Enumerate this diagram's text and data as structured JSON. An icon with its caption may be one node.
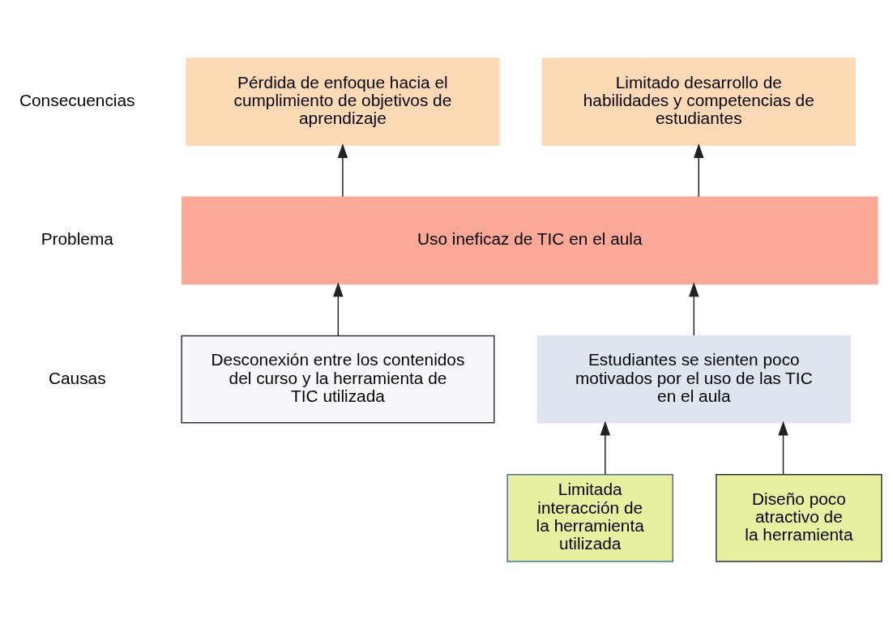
{
  "diagram": {
    "nodes": [
      {
        "text": [
          "Pérdida de enfoque hacia el cumplimiento de objetivos de aprendizaje"
        ]
      },
      {
        "text": [
          "Limitado desarrollo de habilidades y competencias de estudiantes"
        ]
      },
      {
        "text": [
          "Uso ineficaz de TIC en el aula"
        ]
      },
      {
        "text": [
          "Desconexión entre los contenidos del curso y la herramienta de TIC utilizada"
        ]
      },
      {
        "text": [
          "Estudiantes se sienten poco motivados por el uso de las TIC en el aula"
        ]
      },
      {
        "text": [
          "Limitada interacción de la herramienta utilizada"
        ]
      },
      {
        "text": [
          "Diseño poco atractivo de la herramienta"
        ]
      }
    ],
    "edges": [
      {
        "from": 2,
        "to": 0,
        "arrow": "to"
      },
      {
        "from": 2,
        "to": 1,
        "arrow": "to"
      },
      {
        "from": 3,
        "to": 2,
        "arrow": "to"
      },
      {
        "from": 4,
        "to": 2,
        "arrow": "to"
      },
      {
        "from": 5,
        "to": 4,
        "arrow": "to"
      },
      {
        "from": 6,
        "to": 4,
        "arrow": "to"
      }
    ],
    "labels": [
      "Consecuencias",
      "Problema",
      "Causas"
    ]
  }
}
